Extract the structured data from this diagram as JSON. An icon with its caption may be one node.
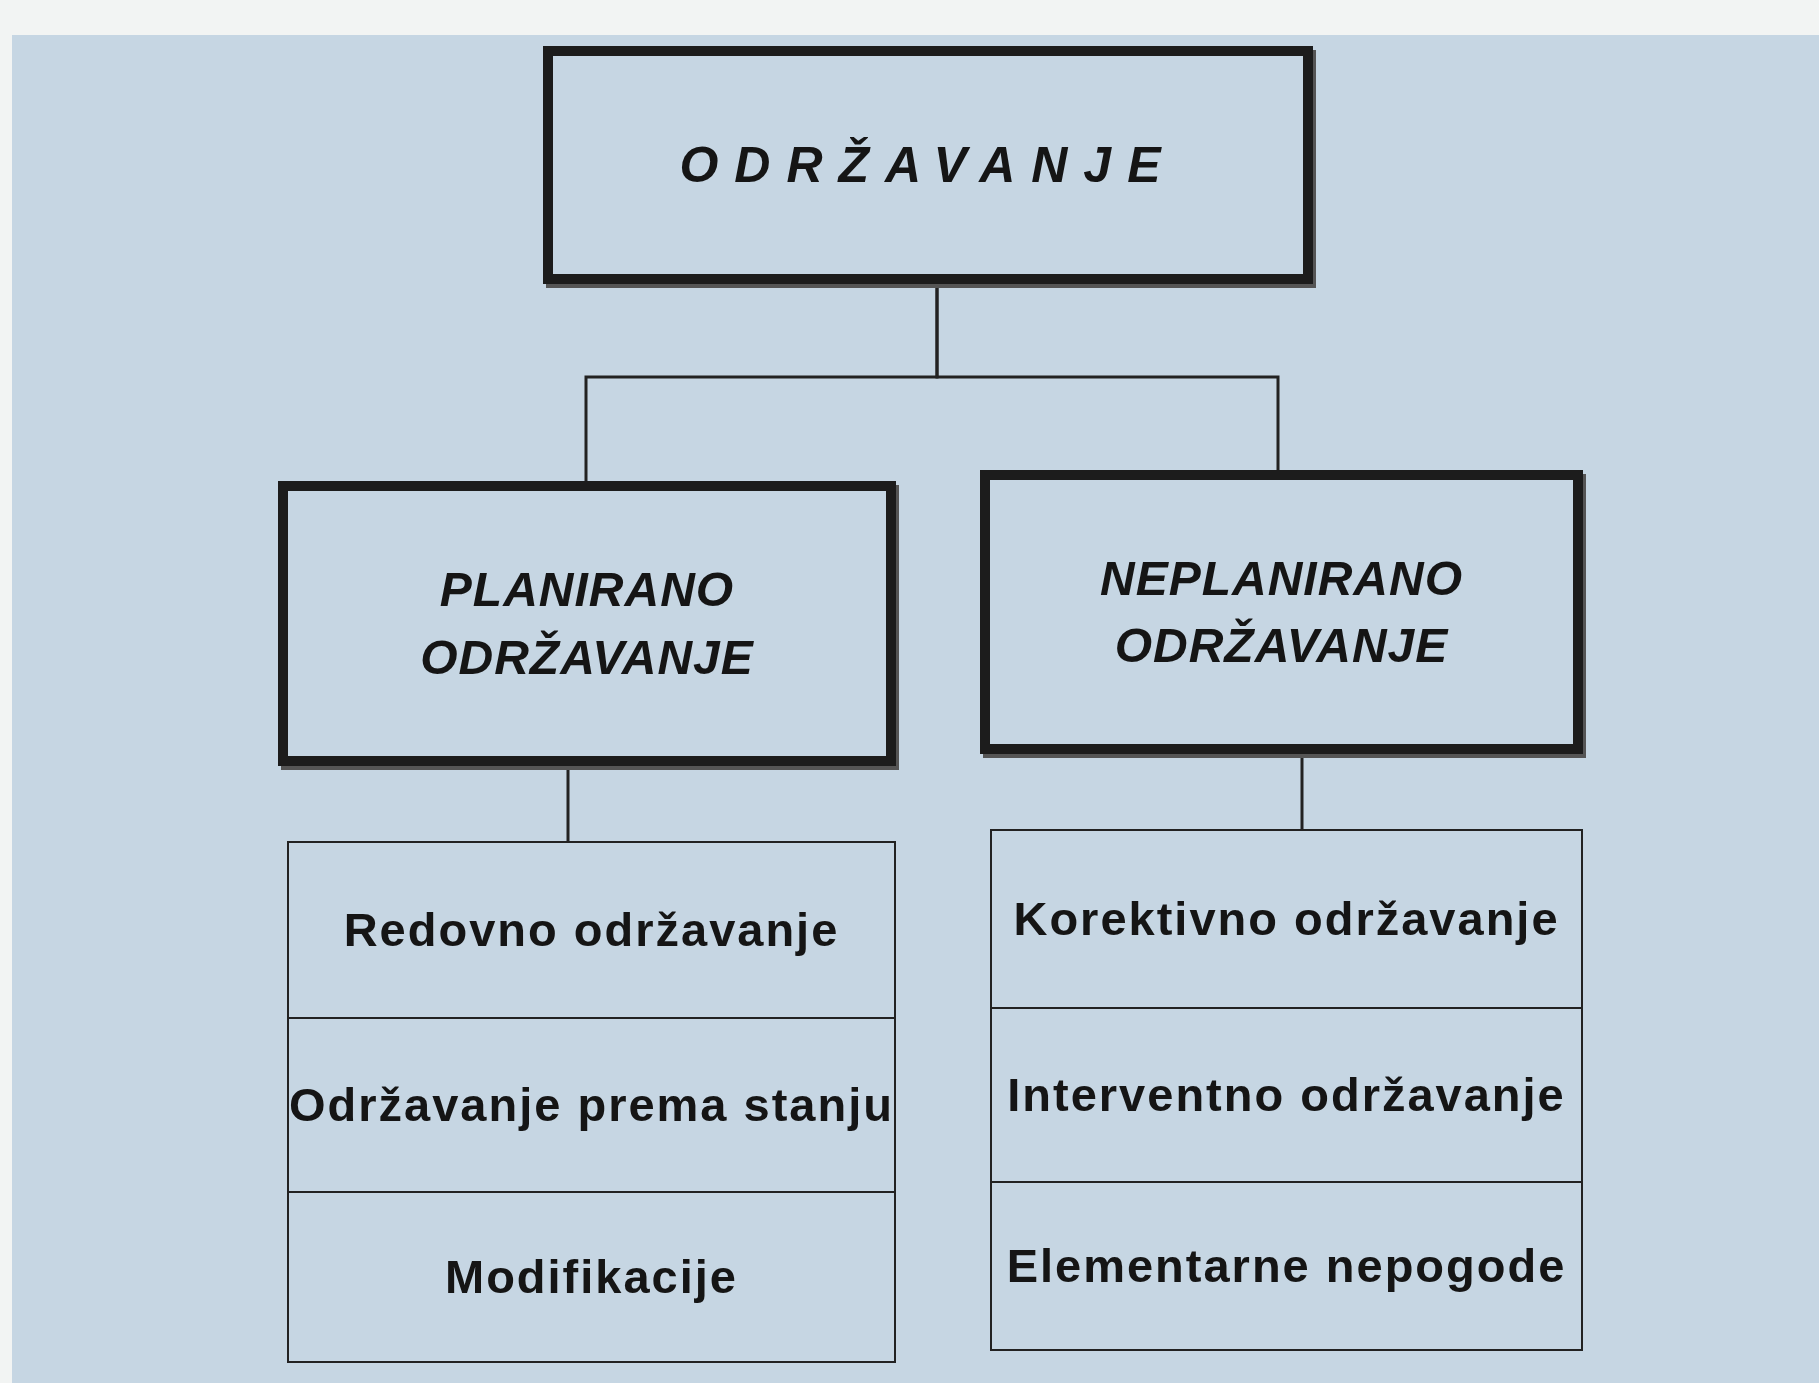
{
  "diagram": {
    "nodes": [
      {
        "text": [
          "ODRŽAVANJE"
        ]
      },
      {
        "text": [
          "PLANIRANO ODRŽAVANJE"
        ]
      },
      {
        "text": [
          "NEPLANIRANO ODRŽAVANJE"
        ]
      },
      {
        "text": [
          "Redovno održavanje"
        ]
      },
      {
        "text": [
          "Održavanje prema stanju"
        ]
      },
      {
        "text": [
          "Modifikacije"
        ]
      },
      {
        "text": [
          "Korektivno održavanje"
        ]
      },
      {
        "text": [
          "Interventno održavanje"
        ]
      },
      {
        "text": [
          "Elementarne nepogode"
        ]
      }
    ],
    "edges": [
      {
        "from": 0,
        "to": 1,
        "arrow": "none"
      },
      {
        "from": 0,
        "to": 2,
        "arrow": "none"
      },
      {
        "from": 1,
        "to": 3,
        "arrow": "none"
      },
      {
        "from": 2,
        "to": 6,
        "arrow": "none"
      }
    ]
  }
}
